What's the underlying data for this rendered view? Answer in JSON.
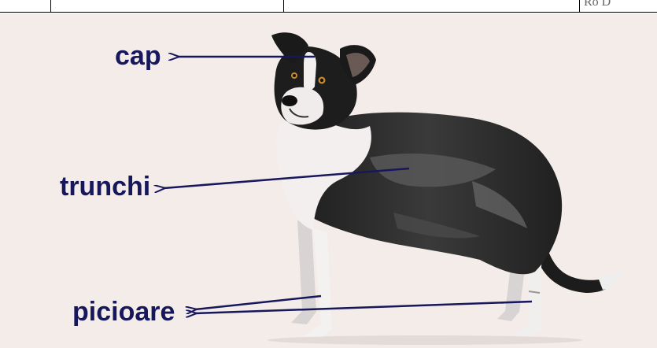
{
  "header_strip": {
    "corner_text": "Ro D"
  },
  "diagram": {
    "colors": {
      "background": "#f4ece8",
      "label": "#17175c",
      "arrow": "#17175c"
    },
    "labels": {
      "head": "cap",
      "body": "trunchi",
      "legs": "picioare"
    }
  }
}
